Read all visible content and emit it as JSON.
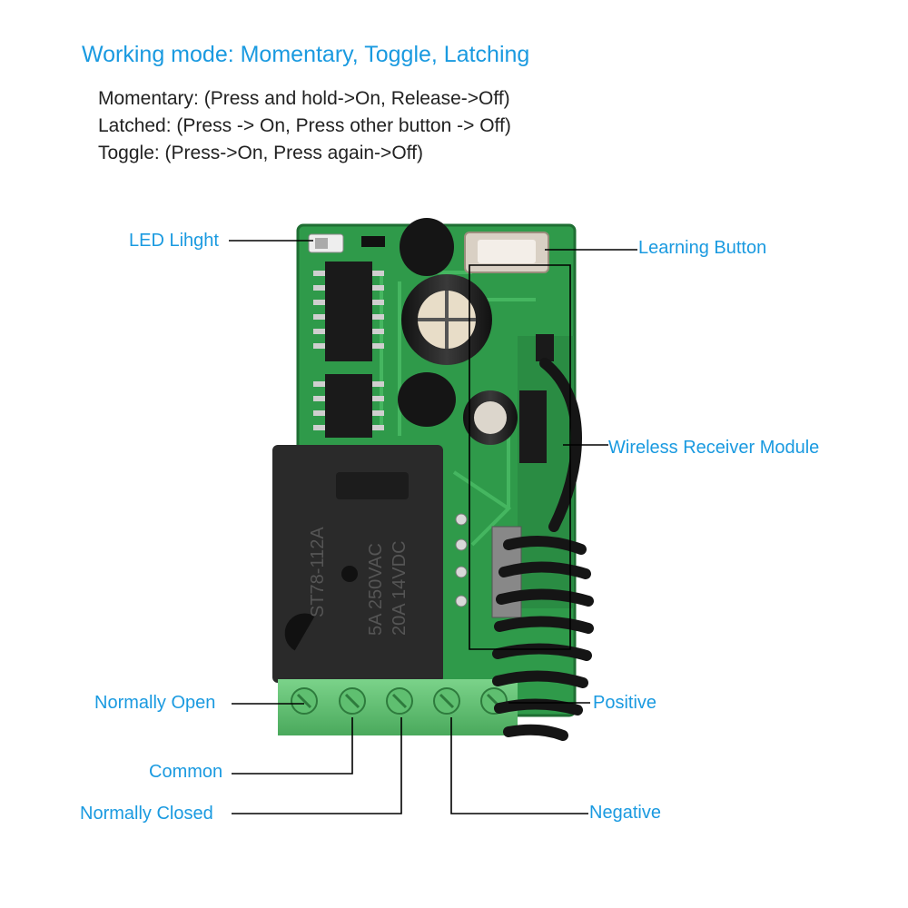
{
  "heading": "Working mode: Momentary, Toggle, Latching",
  "modes": [
    "Momentary: (Press and hold->On, Release->Off)",
    "Latched: (Press -> On, Press other button -> Off)",
    "Toggle: (Press->On, Press again->Off)"
  ],
  "relay_marking": {
    "model": "ST78-112A",
    "rating_ac": "5A 250VAC",
    "rating_dc": "20A 14VDC"
  },
  "callouts": {
    "led": "LED Lihght",
    "learning_button": "Learning Button",
    "wireless_module": "Wireless Receiver Module",
    "normally_open": "Normally Open",
    "common": "Common",
    "normally_closed": "Normally Closed",
    "positive": "Positive",
    "negative": "Negative"
  },
  "colors": {
    "label_blue": "#1a9ae0",
    "pcb_green": "#2f9a4a",
    "terminal_green": "#6fc77d",
    "relay_black": "#2a2a2a"
  }
}
